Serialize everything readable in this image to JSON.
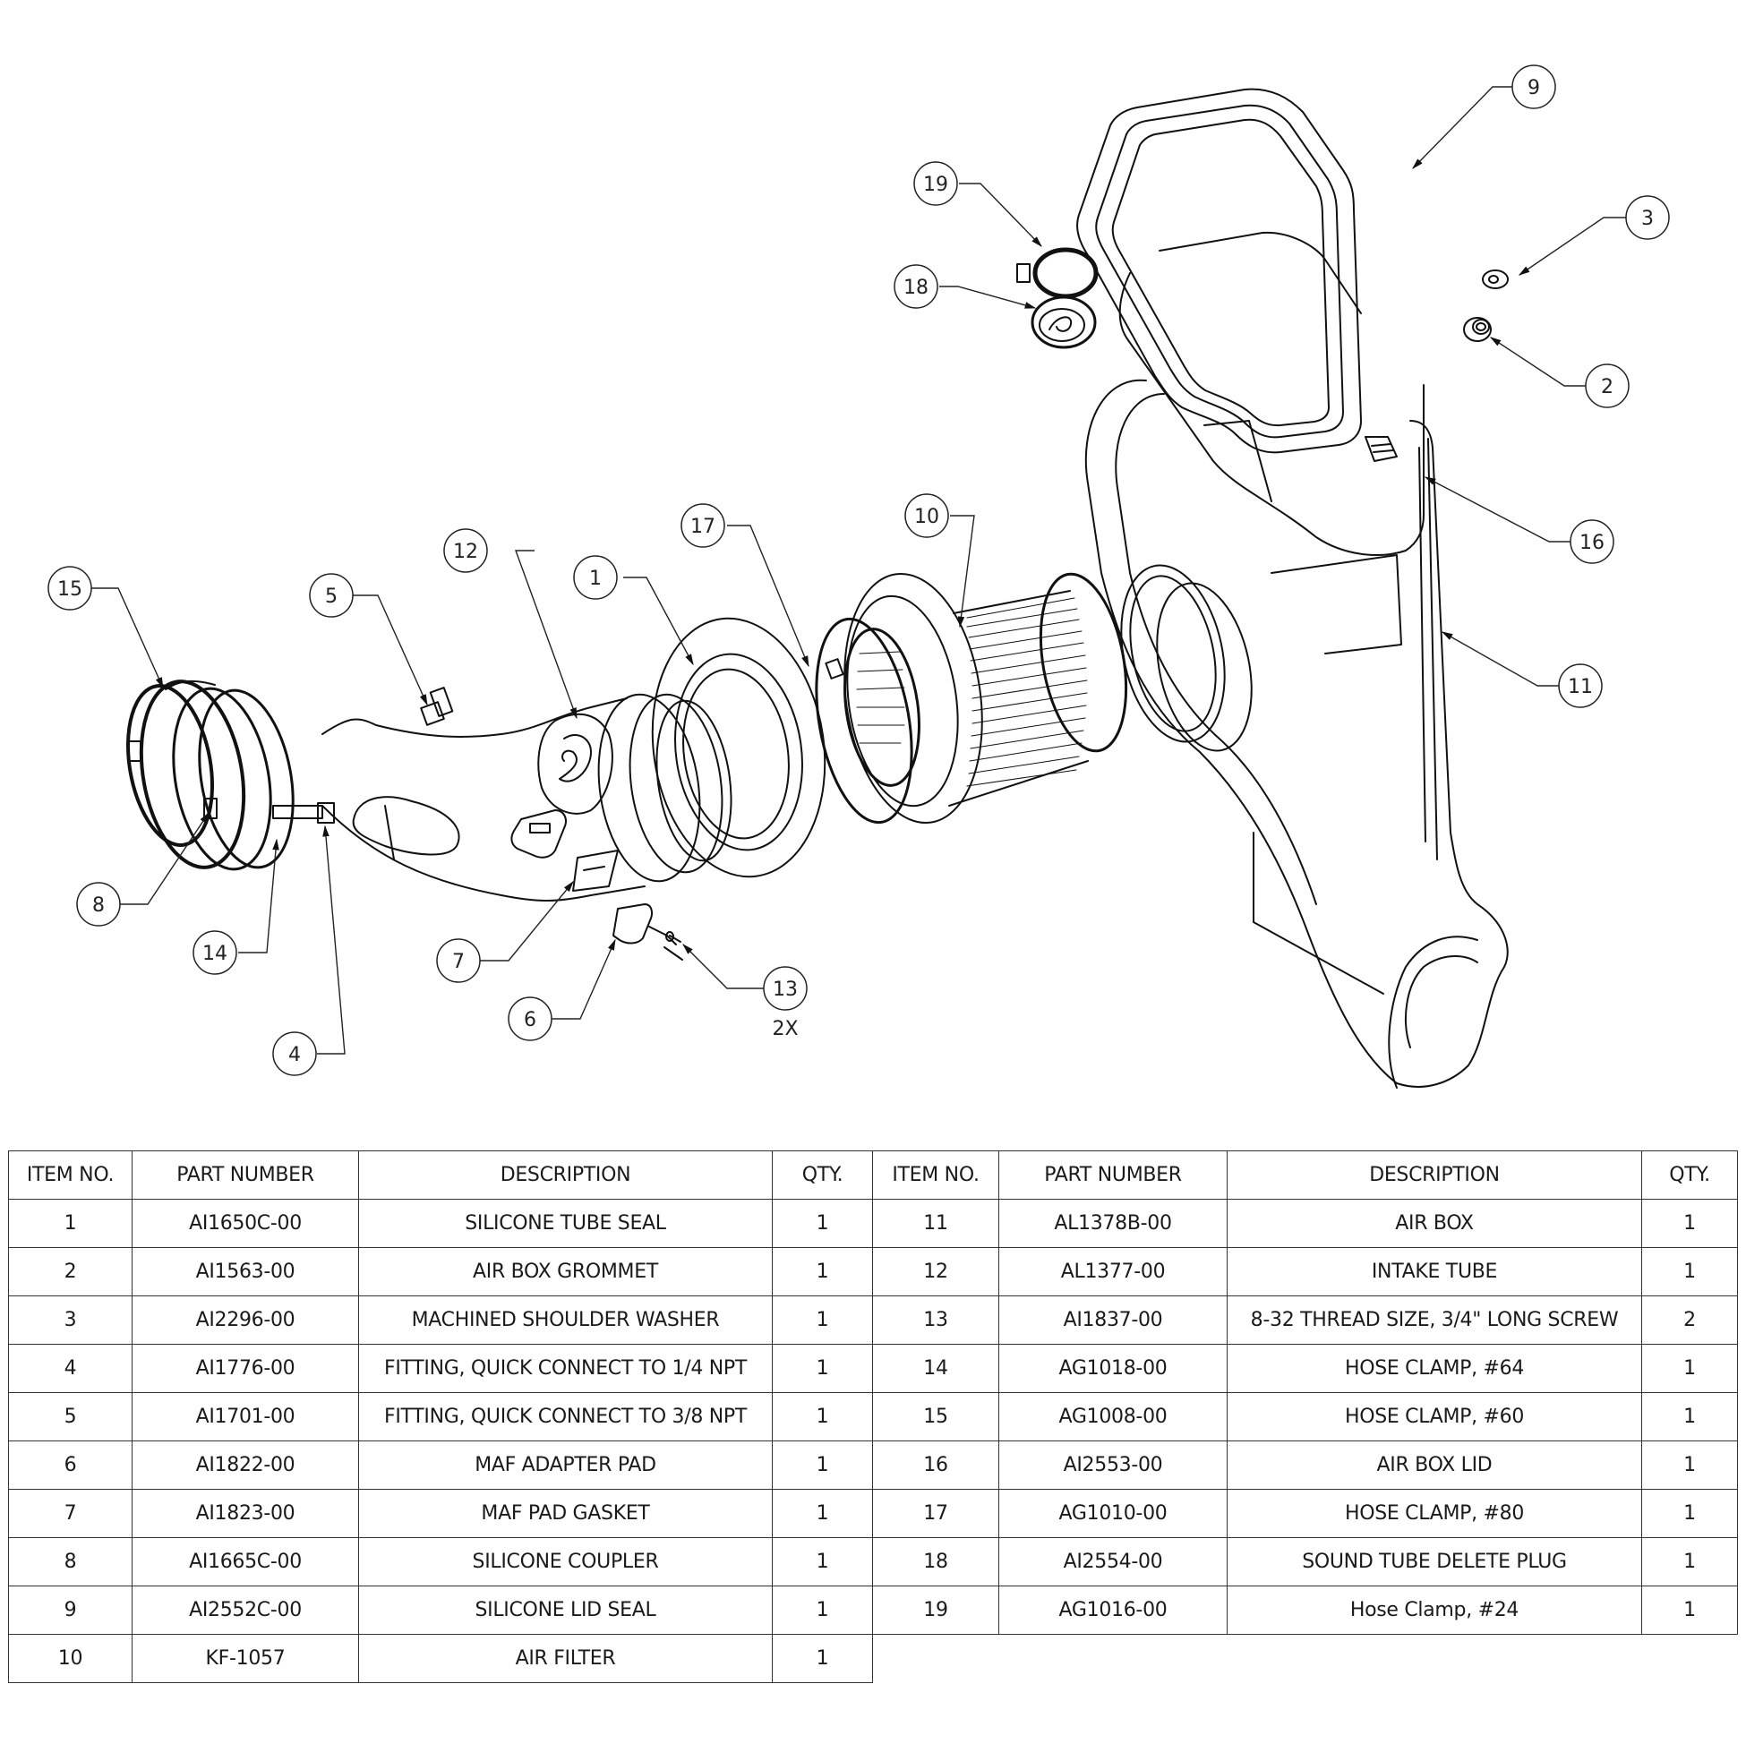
{
  "diagram": {
    "title": "Air intake kit exploded assembly",
    "callouts": [
      {
        "id": "1",
        "label": "1"
      },
      {
        "id": "2",
        "label": "2"
      },
      {
        "id": "3",
        "label": "3"
      },
      {
        "id": "4",
        "label": "4"
      },
      {
        "id": "5",
        "label": "5"
      },
      {
        "id": "6",
        "label": "6"
      },
      {
        "id": "7",
        "label": "7"
      },
      {
        "id": "8",
        "label": "8"
      },
      {
        "id": "9",
        "label": "9"
      },
      {
        "id": "10",
        "label": "10"
      },
      {
        "id": "11",
        "label": "11"
      },
      {
        "id": "12",
        "label": "12"
      },
      {
        "id": "13",
        "label": "13"
      },
      {
        "id": "14",
        "label": "14"
      },
      {
        "id": "15",
        "label": "15"
      },
      {
        "id": "16",
        "label": "16"
      },
      {
        "id": "17",
        "label": "17"
      },
      {
        "id": "18",
        "label": "18"
      },
      {
        "id": "19",
        "label": "19"
      }
    ],
    "quantity_note_13": "2X"
  },
  "bom": {
    "headers": [
      "ITEM NO.",
      "PART NUMBER",
      "DESCRIPTION",
      "QTY."
    ],
    "left_rows": [
      {
        "item": "1",
        "part": "AI1650C-00",
        "desc": "SILICONE TUBE SEAL",
        "qty": "1"
      },
      {
        "item": "2",
        "part": "AI1563-00",
        "desc": "AIR BOX GROMMET",
        "qty": "1"
      },
      {
        "item": "3",
        "part": "AI2296-00",
        "desc": "MACHINED SHOULDER WASHER",
        "qty": "1"
      },
      {
        "item": "4",
        "part": "AI1776-00",
        "desc": "FITTING, QUICK CONNECT TO 1/4 NPT",
        "qty": "1"
      },
      {
        "item": "5",
        "part": "AI1701-00",
        "desc": "FITTING, QUICK CONNECT TO 3/8 NPT",
        "qty": "1"
      },
      {
        "item": "6",
        "part": "AI1822-00",
        "desc": "MAF ADAPTER PAD",
        "qty": "1"
      },
      {
        "item": "7",
        "part": "AI1823-00",
        "desc": "MAF PAD GASKET",
        "qty": "1"
      },
      {
        "item": "8",
        "part": "AI1665C-00",
        "desc": "SILICONE COUPLER",
        "qty": "1"
      },
      {
        "item": "9",
        "part": "AI2552C-00",
        "desc": "SILICONE LID SEAL",
        "qty": "1"
      },
      {
        "item": "10",
        "part": "KF-1057",
        "desc": "AIR FILTER",
        "qty": "1"
      }
    ],
    "right_rows": [
      {
        "item": "11",
        "part": "AL1378B-00",
        "desc": "AIR BOX",
        "qty": "1"
      },
      {
        "item": "12",
        "part": "AL1377-00",
        "desc": "INTAKE TUBE",
        "qty": "1"
      },
      {
        "item": "13",
        "part": "AI1837-00",
        "desc": "8-32 THREAD SIZE, 3/4\" LONG SCREW",
        "qty": "2"
      },
      {
        "item": "14",
        "part": "AG1018-00",
        "desc": "HOSE CLAMP, #64",
        "qty": "1"
      },
      {
        "item": "15",
        "part": "AG1008-00",
        "desc": "HOSE CLAMP, #60",
        "qty": "1"
      },
      {
        "item": "16",
        "part": "AI2553-00",
        "desc": "AIR BOX LID",
        "qty": "1"
      },
      {
        "item": "17",
        "part": "AG1010-00",
        "desc": "HOSE CLAMP, #80",
        "qty": "1"
      },
      {
        "item": "18",
        "part": "AI2554-00",
        "desc": "SOUND TUBE DELETE PLUG",
        "qty": "1"
      },
      {
        "item": "19",
        "part": "AG1016-00",
        "desc": "Hose Clamp, #24",
        "qty": "1"
      }
    ]
  },
  "colors": {
    "line": "#111111",
    "background": "#ffffff"
  }
}
